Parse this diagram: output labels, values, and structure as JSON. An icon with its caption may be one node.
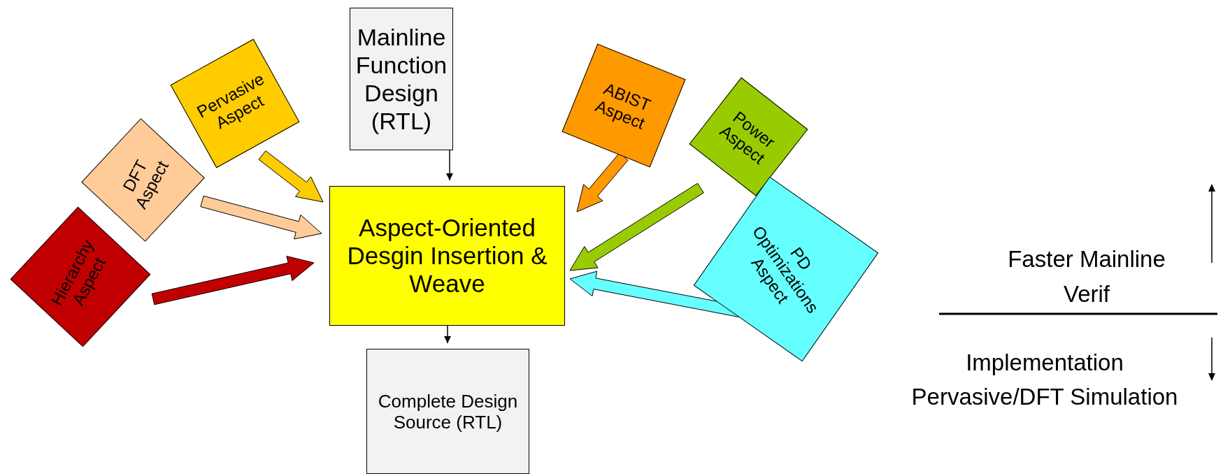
{
  "diagram": {
    "nodes": [
      {
        "text": [
          "Mainline Function Design (RTL)"
        ]
      },
      {
        "text": [
          "Pervasive Aspect"
        ]
      },
      {
        "text": [
          "DFT Aspect"
        ]
      },
      {
        "text": [
          "Hierarchy Aspect"
        ]
      },
      {
        "text": [
          "Aspect-Oriented Desgin Insertion & Weave"
        ]
      },
      {
        "text": [
          "ABIST Aspect"
        ]
      },
      {
        "text": [
          "Power Aspect"
        ]
      },
      {
        "text": [
          "PD Optimizations Aspect"
        ]
      },
      {
        "text": [
          "Complete Design Source (RTL)"
        ]
      }
    ],
    "edges": [
      {
        "from": 0,
        "to": 4,
        "arrow": "to"
      },
      {
        "from": 1,
        "to": 4,
        "arrow": "to",
        "style": "thick",
        "color": "#ffcc00"
      },
      {
        "from": 2,
        "to": 4,
        "arrow": "to",
        "style": "thick",
        "color": "#ffcc99"
      },
      {
        "from": 3,
        "to": 4,
        "arrow": "to",
        "style": "thick",
        "color": "#c00000"
      },
      {
        "from": 5,
        "to": 4,
        "arrow": "to",
        "style": "thick",
        "color": "#ff9900"
      },
      {
        "from": 6,
        "to": 4,
        "arrow": "to",
        "style": "thick",
        "color": "#99cc00"
      },
      {
        "from": 7,
        "to": 4,
        "arrow": "to",
        "style": "thick",
        "color": "#66ffff"
      },
      {
        "from": 4,
        "to": 8,
        "arrow": "to"
      }
    ],
    "labels": [
      "Faster Mainline Verif",
      "Implementation Pervasive/DFT Simulation"
    ]
  }
}
